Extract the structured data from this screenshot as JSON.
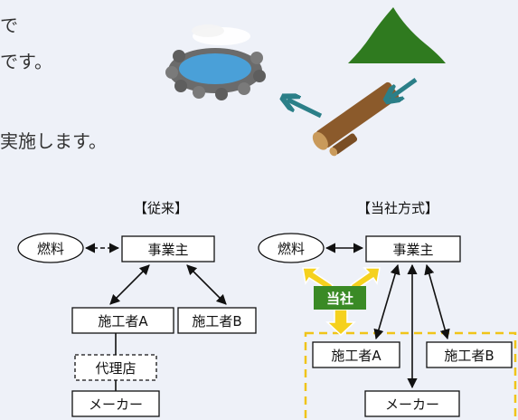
{
  "intro_lines": [
    "で",
    "です。",
    "実施します。"
  ],
  "traditional": {
    "title": "【従来】",
    "fuel": "燃料",
    "owner": "事業主",
    "contractor_a": "施工者A",
    "contractor_b": "施工者B",
    "agent": "代理店",
    "maker": "メーカー"
  },
  "ours": {
    "title": "【当社方式】",
    "fuel": "燃料",
    "owner": "事業主",
    "company": "当社",
    "contractor_a": "施工者A",
    "contractor_b": "施工者B",
    "maker": "メーカー"
  },
  "colors": {
    "background": "#eef1f8",
    "company_badge": "#3a8a25",
    "yellow_arrow": "#f5d11e",
    "yellow_dash": "#f0c419",
    "mountain": "#2f7a1f",
    "pond_water": "#4aa0d8",
    "stones": "#6b6b6b",
    "log": "#8b5a2b",
    "teal_arrow": "#2b7f88"
  },
  "icons": [
    "hot-spring-icon",
    "mountain-icon",
    "log-icon",
    "arrow-icon"
  ]
}
